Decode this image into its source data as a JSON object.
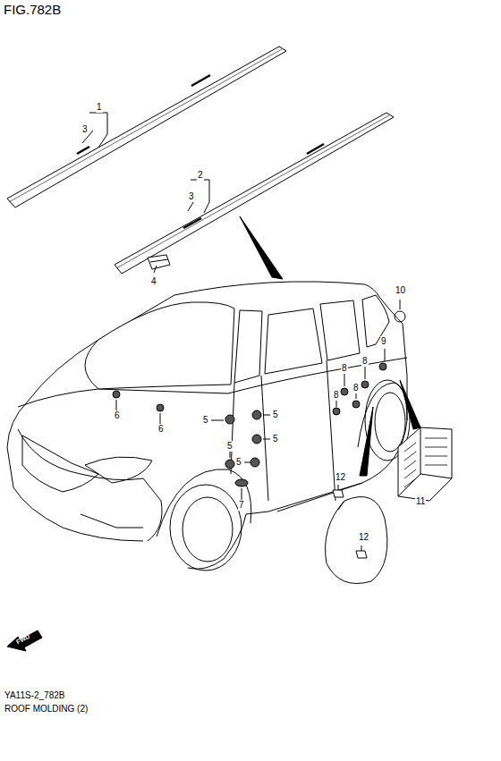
{
  "diagram": {
    "title": "FIG.782B",
    "caption": "ROOF MOLDING (2)",
    "labels": [
      "1",
      "3",
      "2",
      "3",
      "4",
      "10",
      "9",
      "8",
      "8",
      "8",
      "8",
      "6",
      "6",
      "5",
      "5",
      "5",
      "5",
      "5",
      "7",
      "12",
      "12",
      "11",
      "FWD",
      "YA11S-2_782B"
    ]
  }
}
